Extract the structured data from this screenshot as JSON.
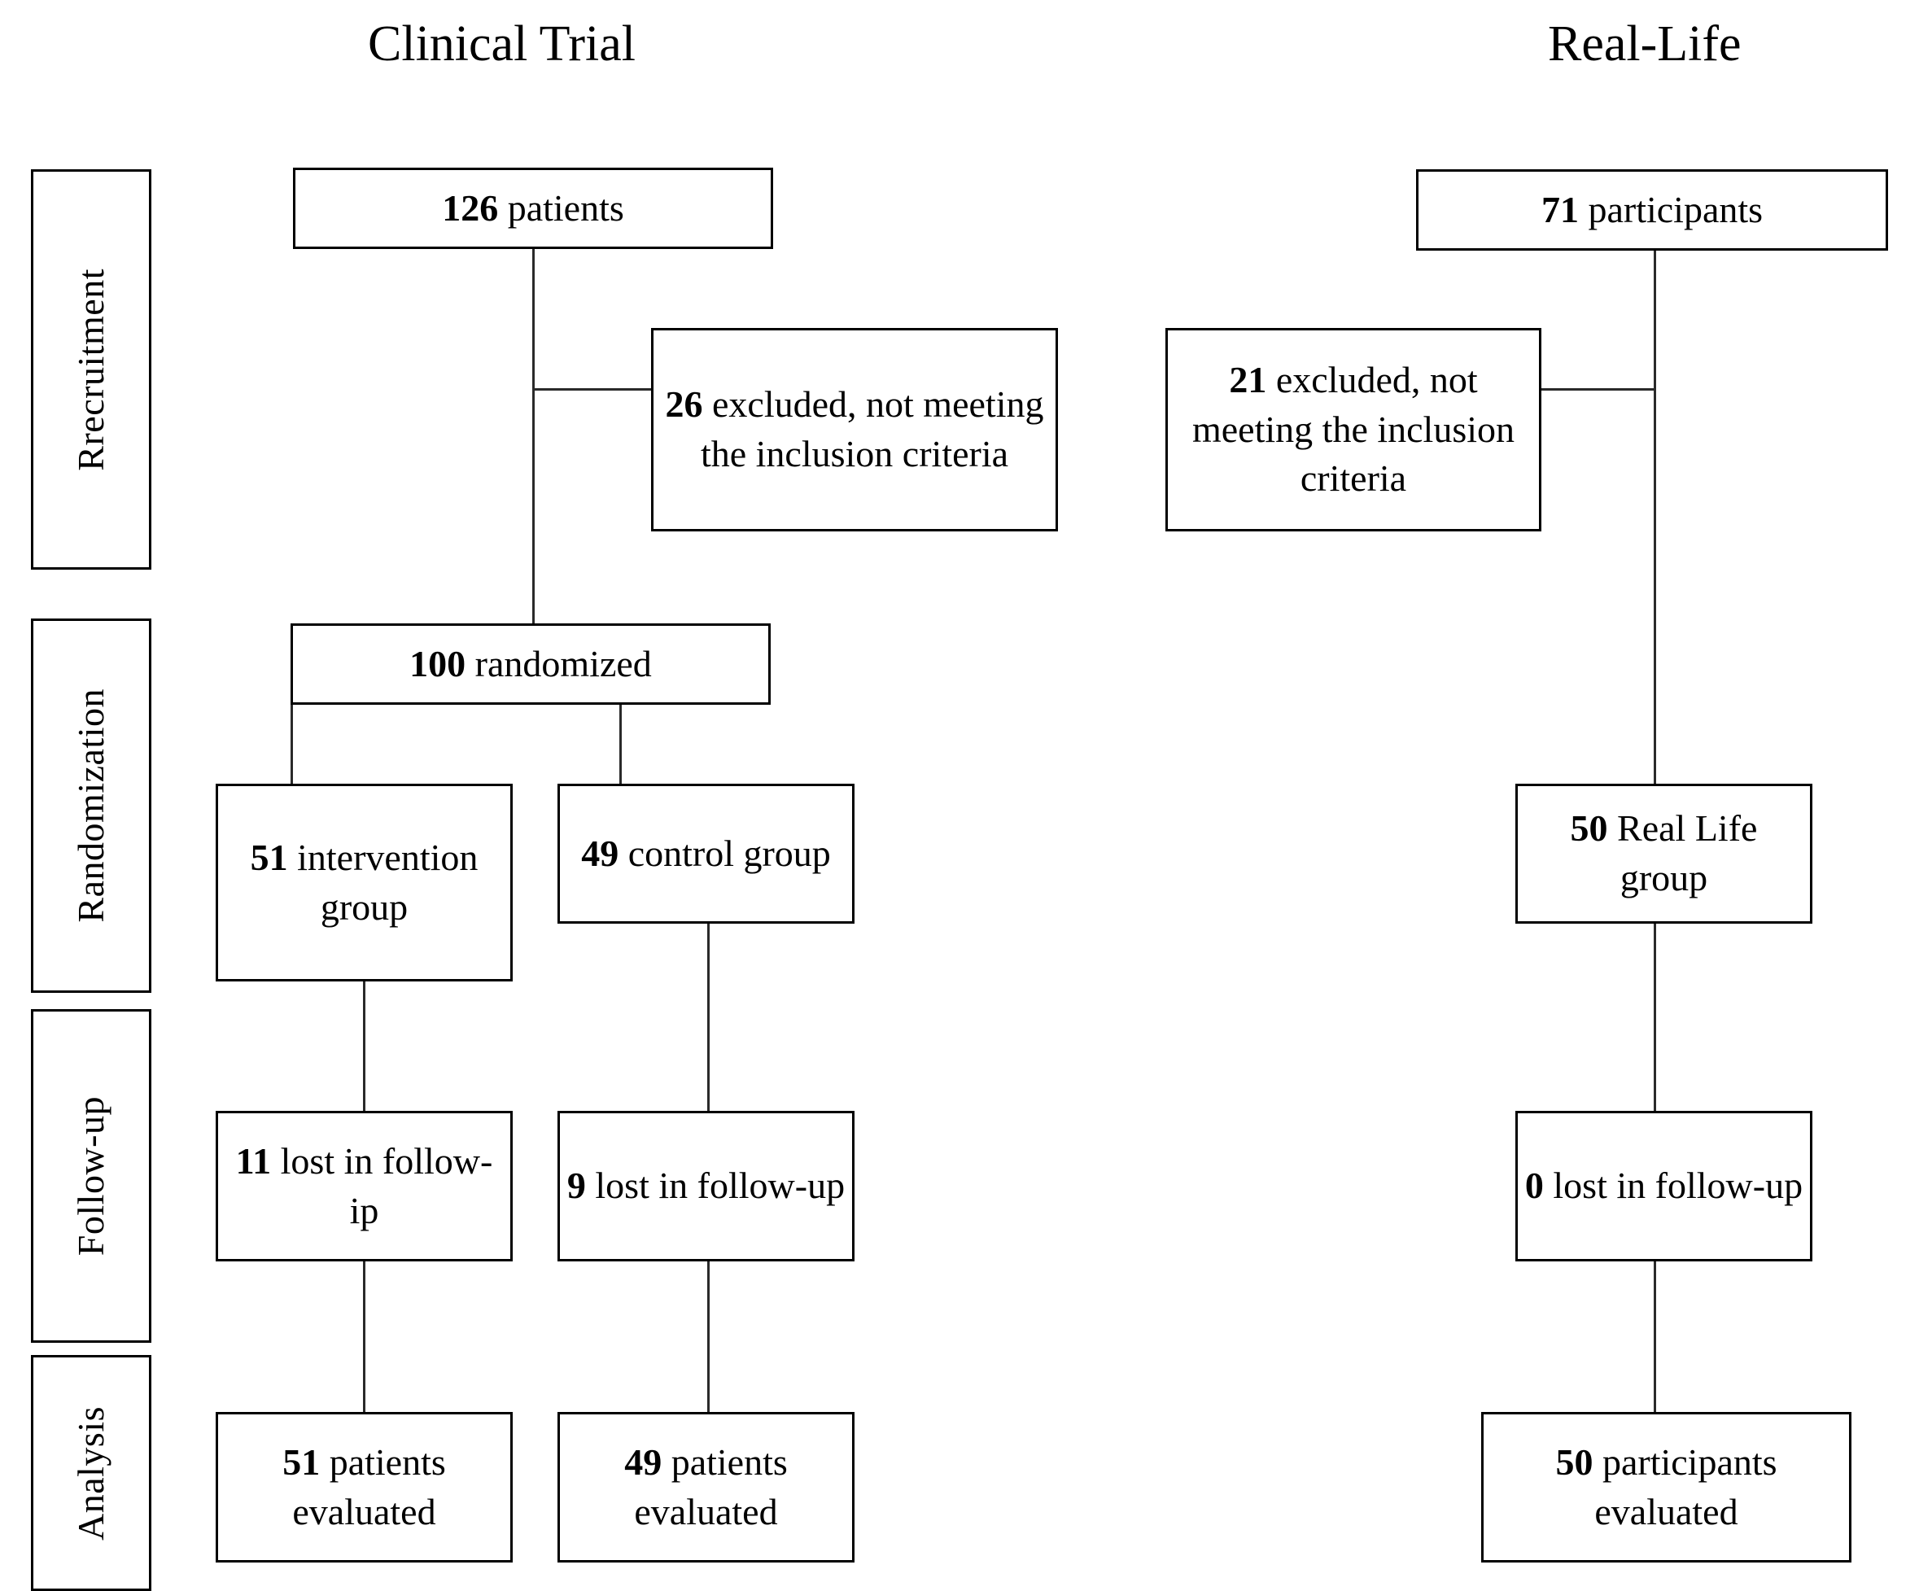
{
  "figure": {
    "type": "consort-flow-diagram",
    "columns": [
      {
        "id": "clinical-trial",
        "title": "Clinical Trial"
      },
      {
        "id": "real-life",
        "title": "Real-Life"
      }
    ],
    "stages": [
      {
        "id": "recruitment",
        "label": "Rrecruitment"
      },
      {
        "id": "randomization",
        "label": "Randomization"
      },
      {
        "id": "follow-up",
        "label": "Follow-up"
      },
      {
        "id": "analysis",
        "label": "Analysis"
      }
    ]
  },
  "clinical_trial": {
    "enrolled": {
      "count": "126",
      "text": " patients"
    },
    "excluded": {
      "count": "26",
      "text": " excluded, not meeting the inclusion criteria"
    },
    "randomized": {
      "count": "100",
      "text": " randomized"
    },
    "intervention_group": {
      "count": "51",
      "text": " intervention group"
    },
    "control_group": {
      "count": "49",
      "text": " control group"
    },
    "intervention_lost": {
      "count": "11",
      "text": " lost in follow-ip"
    },
    "control_lost": {
      "count": "9",
      "text": " lost in follow-up"
    },
    "intervention_evaluated": {
      "count": "51",
      "text": " patients evaluated"
    },
    "control_evaluated": {
      "count": "49",
      "text": " patients evaluated"
    }
  },
  "real_life": {
    "enrolled": {
      "count": "71",
      "text": " participants"
    },
    "excluded": {
      "count": "21",
      "text": " excluded, not meeting the inclusion criteria"
    },
    "group": {
      "count": "50",
      "text": " Real Life group"
    },
    "lost": {
      "count": "0",
      "text": " lost in follow-up"
    },
    "evaluated": {
      "count": "50",
      "text": " participants evaluated"
    }
  },
  "colors": {
    "box_border": "#000000",
    "connector": "#2a2a2a",
    "background": "#ffffff",
    "text": "#000000"
  }
}
